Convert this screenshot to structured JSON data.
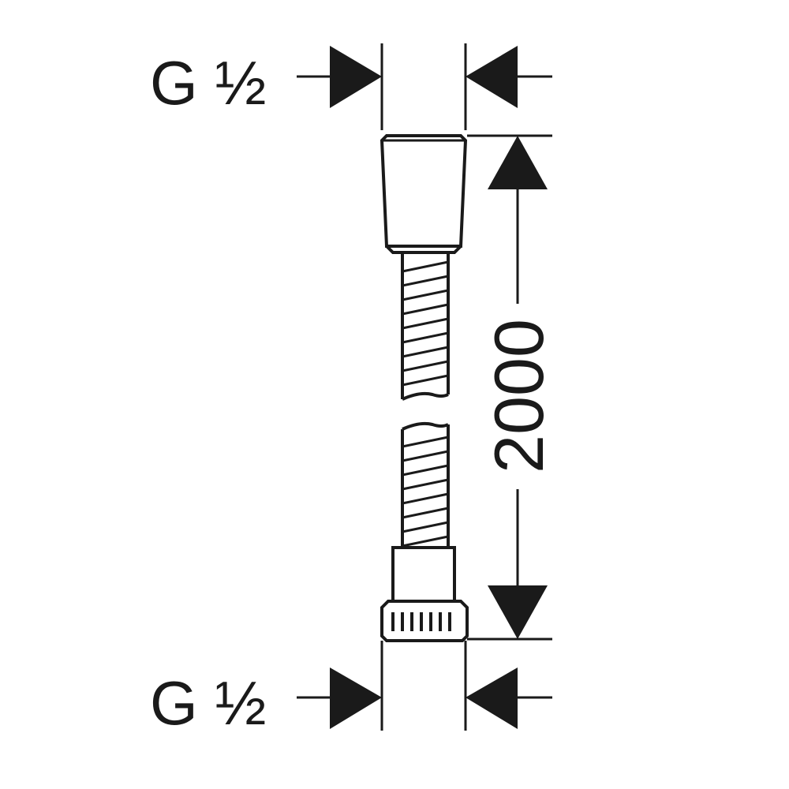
{
  "labels": {
    "top_thread": "G ½",
    "bottom_thread": "G ½",
    "length": "2000"
  },
  "colors": {
    "line": "#1a1a1a",
    "background": "#ffffff"
  }
}
